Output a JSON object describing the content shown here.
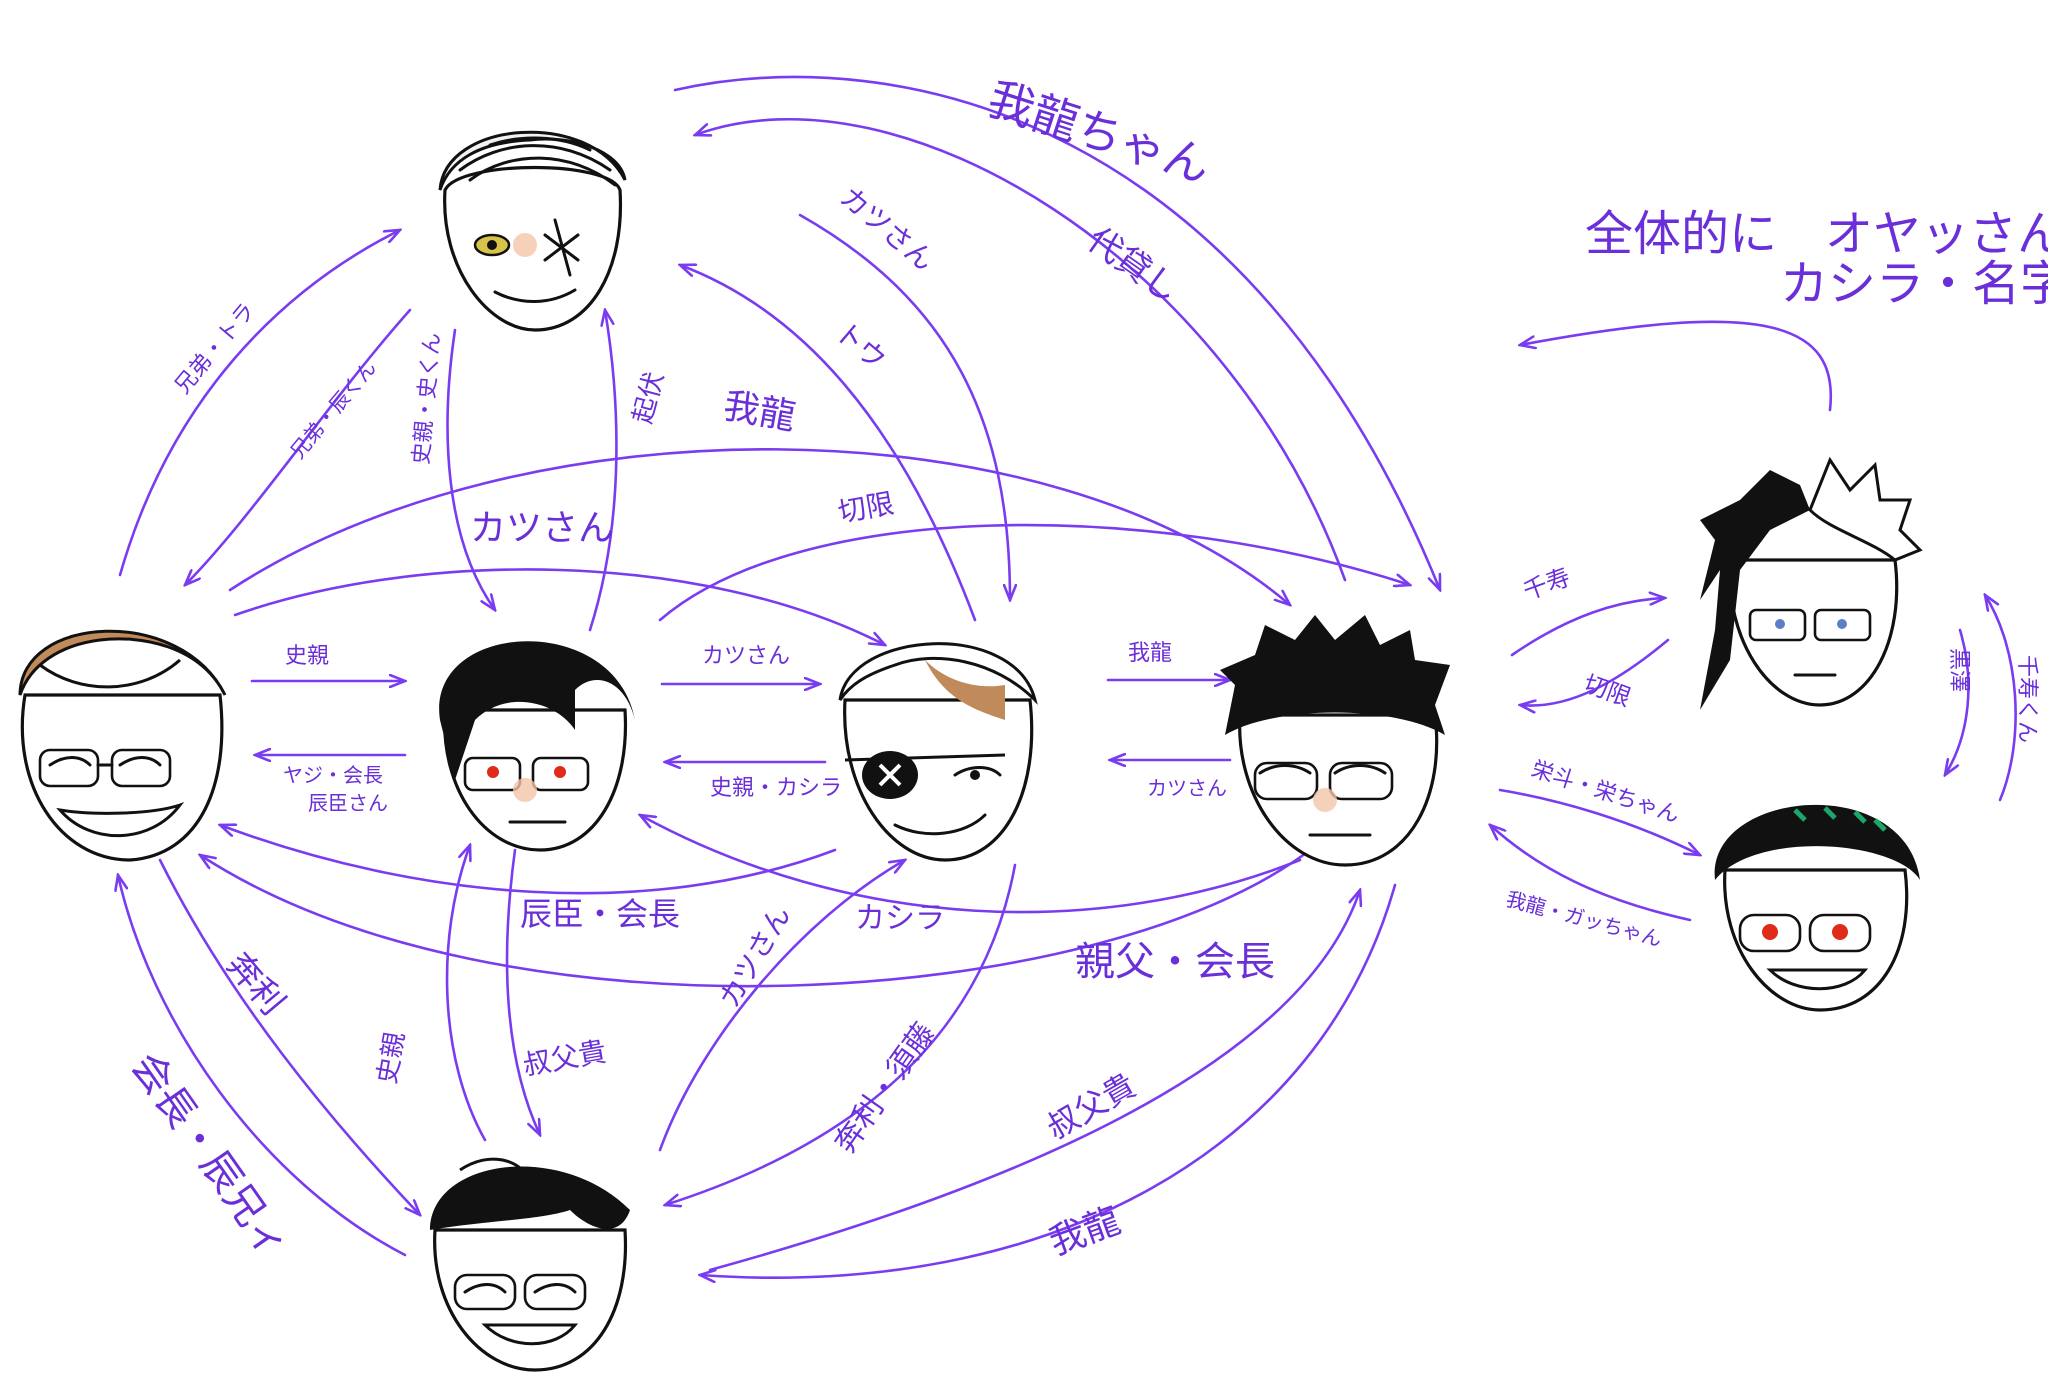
{
  "diagram": {
    "colors": {
      "arrow": "#7a3cf0",
      "label": "#6a2fd8",
      "ink": "#111111",
      "skin_blush": "#f3c6a8",
      "brown_hair": "#c08a5a",
      "eye_red": "#e02a1a",
      "eye_yellow": "#d8c34a",
      "teeth_green": "#1aa86a"
    },
    "note": {
      "line1": "全体的に　オヤッさん or",
      "line2": "カシラ・名字"
    },
    "characters": [
      {
        "id": "top",
        "icon": "silver-hair-scar-face"
      },
      {
        "id": "left",
        "icon": "brown-hair-glasses-face"
      },
      {
        "id": "cleft",
        "icon": "black-hair-red-eyes-face"
      },
      {
        "id": "center",
        "icon": "eyepatch-face"
      },
      {
        "id": "cright",
        "icon": "spiky-hair-glasses-face"
      },
      {
        "id": "bottom",
        "icon": "wavy-hair-glasses-face"
      },
      {
        "id": "right1",
        "icon": "two-tone-hair-face"
      },
      {
        "id": "right2",
        "icon": "green-streak-red-eyes-face"
      }
    ],
    "labels": {
      "garyu_chan": "我龍ちゃん",
      "katsusan_top": "カツさん",
      "tou": "トウ",
      "daikan": "代貸し",
      "kyodai_tou": "兄弟・トラ",
      "kyodai_tatsu": "兄弟・辰くん",
      "shiro_oji": "史親・史くん",
      "kigure": "起伏",
      "garyu_mid": "我龍",
      "katsusan_mid": "カツさん",
      "kirigen": "切限",
      "shiro_left": "史親",
      "yaji_kaicho": "ヤジ・会長",
      "tatsuomi_san": "辰臣さん",
      "katsusan_row": "カツさん",
      "shiro_kashira": "史親・カシラ",
      "garyu_row": "我龍",
      "katsusan_row2": "カツさん",
      "chiju": "千寿",
      "kirigen2": "切限",
      "eito": "栄斗・栄ちゃん",
      "garyu_gacchan": "我龍・ガッちゃん",
      "kurosawa": "黒澤",
      "chiju_kun": "千寿くん",
      "tatsuomi_kaicho": "辰臣・会長",
      "kashira": "カシラ",
      "katsusan_low": "カツさん",
      "oyaji_kaicho": "親父・会長",
      "kiri": "奔利",
      "kaicho_tatsu": "会長・辰兄ィ",
      "shiro_low": "史親",
      "oji_low": "叔父貴",
      "kiri_sudo": "奔利・須藤",
      "oji_low2": "叔父貴",
      "garyu_low": "我龍"
    }
  }
}
